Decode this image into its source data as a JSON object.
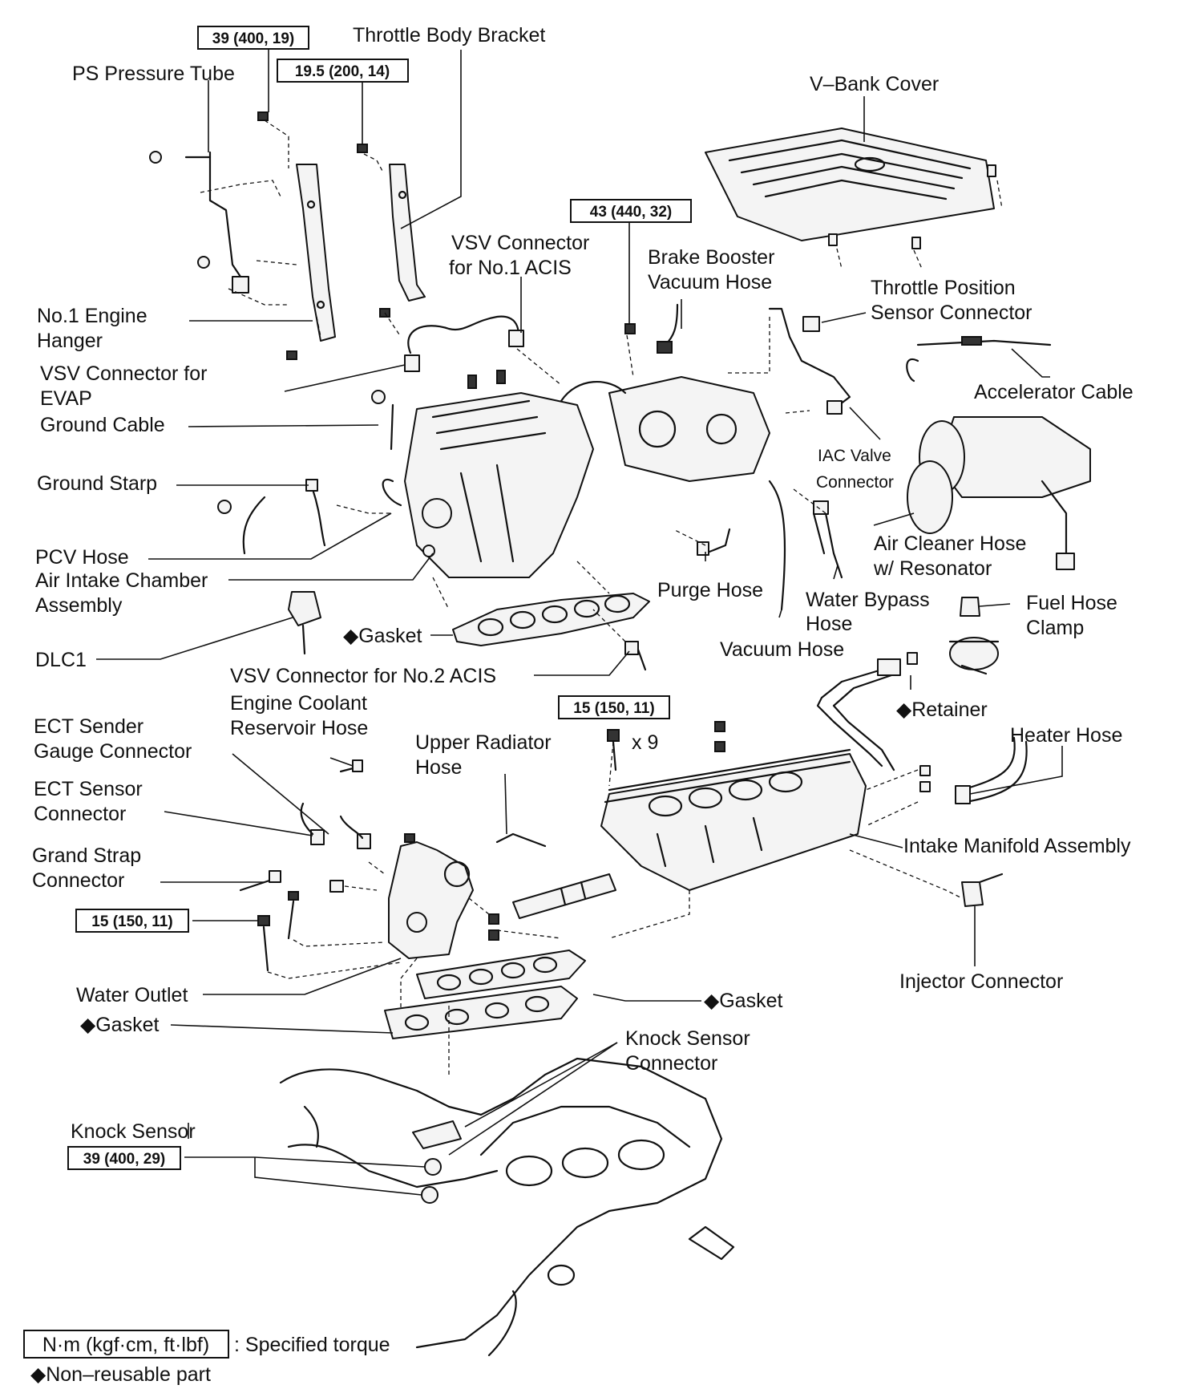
{
  "labels": {
    "ps_pressure_tube": "PS Pressure Tube",
    "throttle_body_bracket": "Throttle Body Bracket",
    "v_bank_cover": "V–Bank Cover",
    "vsv_no1_line1": "VSV Connector",
    "vsv_no1_line2": "for No.1 ACIS",
    "brake_line1": "Brake Booster",
    "brake_line2": "Vacuum Hose",
    "tps_line1": "Throttle Position",
    "tps_line2": "Sensor Connector",
    "engine_hanger_line1": "No.1 Engine",
    "engine_hanger_line2": "Hanger",
    "vsv_evap_line1": "VSV Connector for",
    "vsv_evap_line2": "EVAP",
    "accelerator_cable": "Accelerator Cable",
    "ground_cable": "Ground Cable",
    "iac_line1": "IAC Valve",
    "iac_line2": "Connector",
    "ground_starp": "Ground Starp",
    "air_cleaner_line1": "Air Cleaner Hose",
    "air_cleaner_line2": "w/ Resonator",
    "pcv_hose": "PCV Hose",
    "air_intake_line1": "Air Intake Chamber",
    "air_intake_line2": "Assembly",
    "purge_hose": "Purge Hose",
    "water_bypass_line1": "Water Bypass",
    "water_bypass_line2": "Hose",
    "fuel_clamp_line1": "Fuel Hose",
    "fuel_clamp_line2": "Clamp",
    "gasket_upper": "◆Gasket",
    "vacuum_hose": "Vacuum Hose",
    "dlc1": "DLC1",
    "vsv_no2": "VSV Connector for No.2 ACIS",
    "coolant_line1": "Engine Coolant",
    "coolant_line2": "Reservoir Hose",
    "retainer": "◆Retainer",
    "ect_sender_line1": "ECT Sender",
    "ect_sender_line2": "Gauge Connector",
    "upper_rad_line1": "Upper Radiator",
    "upper_rad_line2": "Hose",
    "x9": "x 9",
    "heater_hose": "Heater Hose",
    "ect_sensor_line1": "ECT Sensor",
    "ect_sensor_line2": "Connector",
    "intake_manifold": "Intake Manifold Assembly",
    "grand_strap_line1": "Grand Strap",
    "grand_strap_line2": "Connector",
    "injector_connector": "Injector Connector",
    "water_outlet": "Water Outlet",
    "gasket_right": "◆Gasket",
    "gasket_left": "◆Gasket",
    "knock_conn_line1": "Knock Sensor",
    "knock_conn_line2": "Connector",
    "knock_sensor": "Knock Sensor"
  },
  "torque_specs": {
    "t1": "39 (400, 19)",
    "t2": "19.5 (200, 14)",
    "t3": "43 (440, 32)",
    "t4": "15 (150, 11)",
    "t5": "15 (150, 11)",
    "t6": "39 (400, 29)"
  },
  "legend": {
    "unit_box": "N·m (kgf·cm, ft·lbf)",
    "unit_desc": ": Specified torque",
    "non_reusable": "◆Non–reusable part"
  }
}
